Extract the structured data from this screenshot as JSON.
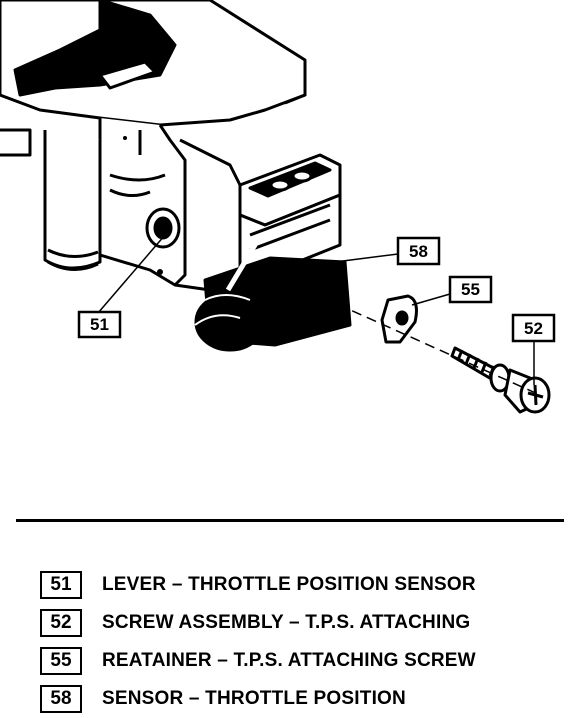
{
  "callouts": [
    {
      "id": "c51",
      "label": "51"
    },
    {
      "id": "c52",
      "label": "52"
    },
    {
      "id": "c55",
      "label": "55"
    },
    {
      "id": "c58",
      "label": "58"
    }
  ],
  "legend": [
    {
      "num": "51",
      "text": "LEVER – THROTTLE POSITION SENSOR"
    },
    {
      "num": "52",
      "text": "SCREW ASSEMBLY – T.P.S. ATTACHING"
    },
    {
      "num": "55",
      "text": "REATAINER – T.P.S. ATTACHING SCREW"
    },
    {
      "num": "58",
      "text": "SENSOR – THROTTLE POSITION"
    }
  ]
}
